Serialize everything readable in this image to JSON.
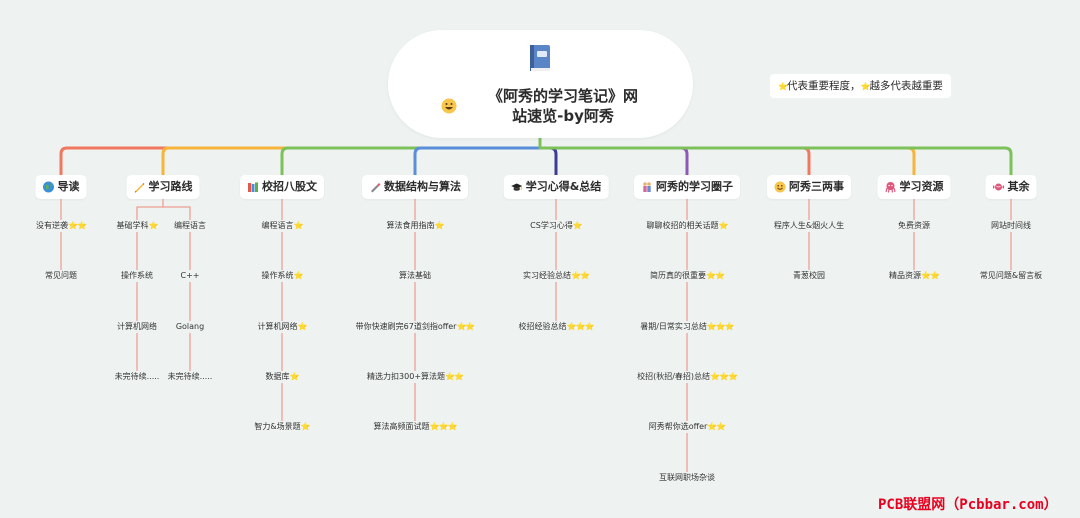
{
  "root": {
    "title_line1": "《阿秀的学习笔记》网",
    "title_line2": "站速览-by阿秀",
    "icon": "book-icon",
    "emoji": "smiley-icon"
  },
  "legend": {
    "text_a": "代表重要程度，",
    "text_b": "越多代表越重要",
    "icon": "star-icon"
  },
  "colors": {
    "branches": [
      "#f07860",
      "#f6b43a",
      "#7cc15a",
      "#5a8ed8",
      "#3c3c96",
      "#8d58b8",
      "#f07860",
      "#f6b43a",
      "#7cc15a"
    ],
    "leaf_line": "#ef8a7a",
    "star": "#e8b400",
    "watermark": "#e8001f"
  },
  "branches": [
    {
      "label": "导读",
      "icon": "globe-icon",
      "leaves": [
        {
          "text": "没有逆袭",
          "stars": "⭐⭐"
        },
        {
          "text": "常见问题",
          "stars": ""
        }
      ]
    },
    {
      "label": "学习路线",
      "icon": "pencil-icon",
      "columns": [
        [
          {
            "text": "基础学科",
            "stars": "⭐"
          },
          {
            "text": "操作系统",
            "stars": ""
          },
          {
            "text": "计算机网络",
            "stars": ""
          },
          {
            "text": "未完待续.....",
            "stars": ""
          }
        ],
        [
          {
            "text": "编程语言",
            "stars": ""
          },
          {
            "text": "C++",
            "stars": ""
          },
          {
            "text": "Golang",
            "stars": ""
          },
          {
            "text": "未完待续.....",
            "stars": ""
          }
        ]
      ]
    },
    {
      "label": "校招八股文",
      "icon": "books-icon",
      "leaves": [
        {
          "text": "编程语言",
          "stars": "⭐"
        },
        {
          "text": "操作系统",
          "stars": "⭐"
        },
        {
          "text": "计算机网络",
          "stars": "⭐"
        },
        {
          "text": "数据库",
          "stars": "⭐"
        },
        {
          "text": "智力&场景题",
          "stars": "⭐"
        }
      ]
    },
    {
      "label": "数据结构与算法",
      "icon": "pen-icon",
      "leaves": [
        {
          "text": "算法食用指南",
          "stars": "⭐"
        },
        {
          "text": "算法基础",
          "stars": ""
        },
        {
          "text": "带你快速刷完67道剑指offer",
          "stars": "⭐⭐"
        },
        {
          "text": "精选力扣300+算法题",
          "stars": "⭐⭐"
        },
        {
          "text": "算法高频面试题",
          "stars": "⭐⭐⭐"
        }
      ]
    },
    {
      "label": "学习心得&总结",
      "icon": "graduation-cap-icon",
      "leaves": [
        {
          "text": "CS学习心得",
          "stars": "⭐"
        },
        {
          "text": "实习经验总结",
          "stars": "⭐⭐"
        },
        {
          "text": "校招经验总结",
          "stars": "⭐⭐⭐"
        }
      ]
    },
    {
      "label": "阿秀的学习圈子",
      "icon": "people-icon",
      "leaves": [
        {
          "text": "聊聊校招的相关话题",
          "stars": "⭐"
        },
        {
          "text": "简历真的很重要",
          "stars": "⭐⭐"
        },
        {
          "text": "暑期/日常实习总结",
          "stars": "⭐⭐⭐"
        },
        {
          "text": "校招(秋招/春招)总结",
          "stars": "⭐⭐⭐"
        },
        {
          "text": "阿秀帮你选offer",
          "stars": "⭐⭐"
        },
        {
          "text": "互联网职场杂谈",
          "stars": ""
        }
      ]
    },
    {
      "label": "阿秀三两事",
      "icon": "smile-icon",
      "leaves": [
        {
          "text": "程序人生&烟火人生",
          "stars": ""
        },
        {
          "text": "青葱校园",
          "stars": ""
        }
      ]
    },
    {
      "label": "学习资源",
      "icon": "octopus-icon",
      "leaves": [
        {
          "text": "免费资源",
          "stars": ""
        },
        {
          "text": "精品资源",
          "stars": "⭐⭐"
        }
      ]
    },
    {
      "label": "其余",
      "icon": "candy-icon",
      "leaves": [
        {
          "text": "网站时间线",
          "stars": ""
        },
        {
          "text": "常见问题&留言板",
          "stars": ""
        }
      ]
    }
  ],
  "watermark": "PCB联盟网（Pcbbar.com）"
}
